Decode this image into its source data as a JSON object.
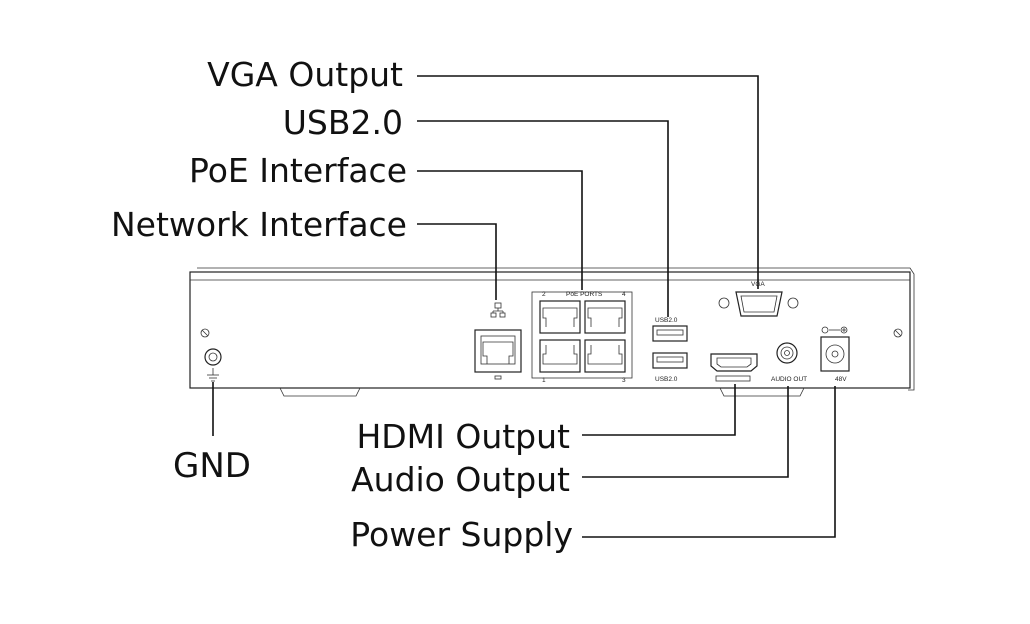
{
  "callouts": {
    "vga_output": "VGA Output",
    "usb": "USB2.0",
    "poe_interface": "PoE Interface",
    "network_interface": "Network Interface",
    "gnd": "GND",
    "hdmi_output": "HDMI Output",
    "audio_output": "Audio Output",
    "power_supply": "Power Supply"
  },
  "panel": {
    "vga_label": "VGA",
    "usb_top_label": "USB2.0",
    "usb_bottom_label": "USB2.0",
    "poe_ports_label": "PoE  PORTS",
    "poe_port_2": "2",
    "poe_port_4": "4",
    "poe_port_1": "1",
    "poe_port_3": "3",
    "audio_out_label": "AUDIO OUT",
    "power_label": "48V"
  }
}
